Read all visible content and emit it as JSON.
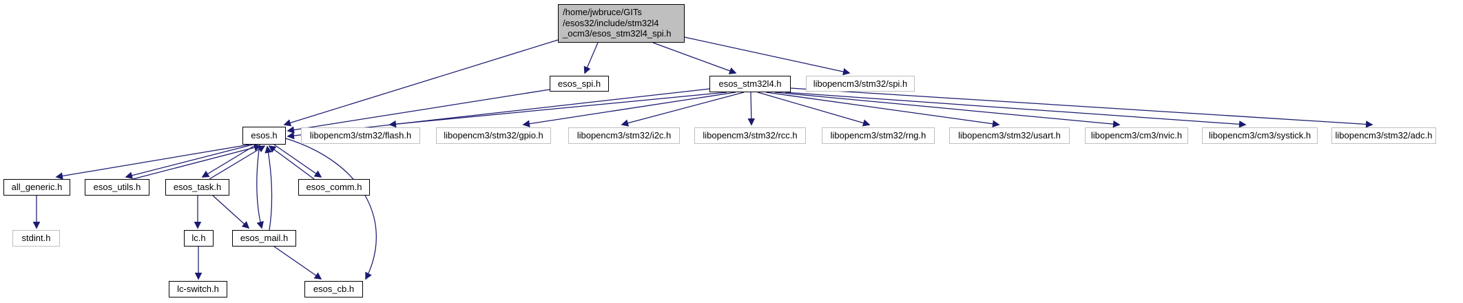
{
  "diagram": {
    "title": "include dependency graph for esos_stm32l4_spi.h",
    "background_color": "#ffffff",
    "edge_color": "#1a1a70",
    "root_fill_color": "#bfbfbf",
    "node_fill_color": "#ffffff",
    "internal_node_border_color": "#000000",
    "external_node_border_color": "#bfbfbf",
    "text_color": "#000000"
  },
  "graph": {
    "nodes": [
      {
        "id": "root",
        "label": "/home/jwbruce/GITs\n/esos32/include/stm32l4\n_ocm3/esos_stm32l4_spi.h",
        "kind": "root"
      },
      {
        "id": "esos_spi",
        "label": "esos_spi.h",
        "kind": "internal"
      },
      {
        "id": "esos_stm32l4",
        "label": "esos_stm32l4.h",
        "kind": "internal"
      },
      {
        "id": "ocm_spi",
        "label": "libopencm3/stm32/spi.h",
        "kind": "external"
      },
      {
        "id": "esos_h",
        "label": "esos.h",
        "kind": "internal"
      },
      {
        "id": "flash",
        "label": "libopencm3/stm32/flash.h",
        "kind": "external"
      },
      {
        "id": "gpio",
        "label": "libopencm3/stm32/gpio.h",
        "kind": "external"
      },
      {
        "id": "i2c",
        "label": "libopencm3/stm32/i2c.h",
        "kind": "external"
      },
      {
        "id": "rcc",
        "label": "libopencm3/stm32/rcc.h",
        "kind": "external"
      },
      {
        "id": "rng",
        "label": "libopencm3/stm32/rng.h",
        "kind": "external"
      },
      {
        "id": "usart",
        "label": "libopencm3/stm32/usart.h",
        "kind": "external"
      },
      {
        "id": "nvic",
        "label": "libopencm3/cm3/nvic.h",
        "kind": "external"
      },
      {
        "id": "systick",
        "label": "libopencm3/cm3/systick.h",
        "kind": "external"
      },
      {
        "id": "adc",
        "label": "libopencm3/stm32/adc.h",
        "kind": "external"
      },
      {
        "id": "all_generic",
        "label": "all_generic.h",
        "kind": "internal"
      },
      {
        "id": "esos_utils",
        "label": "esos_utils.h",
        "kind": "internal"
      },
      {
        "id": "esos_task",
        "label": "esos_task.h",
        "kind": "internal"
      },
      {
        "id": "esos_comm",
        "label": "esos_comm.h",
        "kind": "internal"
      },
      {
        "id": "stdint",
        "label": "stdint.h",
        "kind": "external"
      },
      {
        "id": "lc",
        "label": "lc.h",
        "kind": "internal"
      },
      {
        "id": "esos_mail",
        "label": "esos_mail.h",
        "kind": "internal"
      },
      {
        "id": "lc_switch",
        "label": "lc-switch.h",
        "kind": "internal"
      },
      {
        "id": "esos_cb",
        "label": "esos_cb.h",
        "kind": "internal"
      }
    ],
    "edges": [
      {
        "from": "root",
        "to": "esos_h"
      },
      {
        "from": "root",
        "to": "esos_spi"
      },
      {
        "from": "root",
        "to": "esos_stm32l4"
      },
      {
        "from": "root",
        "to": "ocm_spi"
      },
      {
        "from": "esos_spi",
        "to": "esos_h"
      },
      {
        "from": "esos_stm32l4",
        "to": "esos_h"
      },
      {
        "from": "esos_stm32l4",
        "to": "flash"
      },
      {
        "from": "esos_stm32l4",
        "to": "gpio"
      },
      {
        "from": "esos_stm32l4",
        "to": "i2c"
      },
      {
        "from": "esos_stm32l4",
        "to": "rcc"
      },
      {
        "from": "esos_stm32l4",
        "to": "rng"
      },
      {
        "from": "esos_stm32l4",
        "to": "usart"
      },
      {
        "from": "esos_stm32l4",
        "to": "nvic"
      },
      {
        "from": "esos_stm32l4",
        "to": "systick"
      },
      {
        "from": "esos_stm32l4",
        "to": "adc"
      },
      {
        "from": "esos_h",
        "to": "all_generic"
      },
      {
        "from": "esos_h",
        "to": "esos_utils"
      },
      {
        "from": "esos_utils",
        "to": "esos_h"
      },
      {
        "from": "esos_h",
        "to": "esos_task"
      },
      {
        "from": "esos_task",
        "to": "esos_h"
      },
      {
        "from": "esos_h",
        "to": "esos_comm"
      },
      {
        "from": "esos_comm",
        "to": "esos_h"
      },
      {
        "from": "esos_h",
        "to": "esos_mail"
      },
      {
        "from": "esos_mail",
        "to": "esos_h"
      },
      {
        "from": "esos_h",
        "to": "esos_cb"
      },
      {
        "from": "all_generic",
        "to": "stdint"
      },
      {
        "from": "esos_task",
        "to": "lc"
      },
      {
        "from": "esos_task",
        "to": "esos_mail"
      },
      {
        "from": "lc",
        "to": "lc_switch"
      },
      {
        "from": "esos_mail",
        "to": "esos_cb"
      }
    ]
  }
}
